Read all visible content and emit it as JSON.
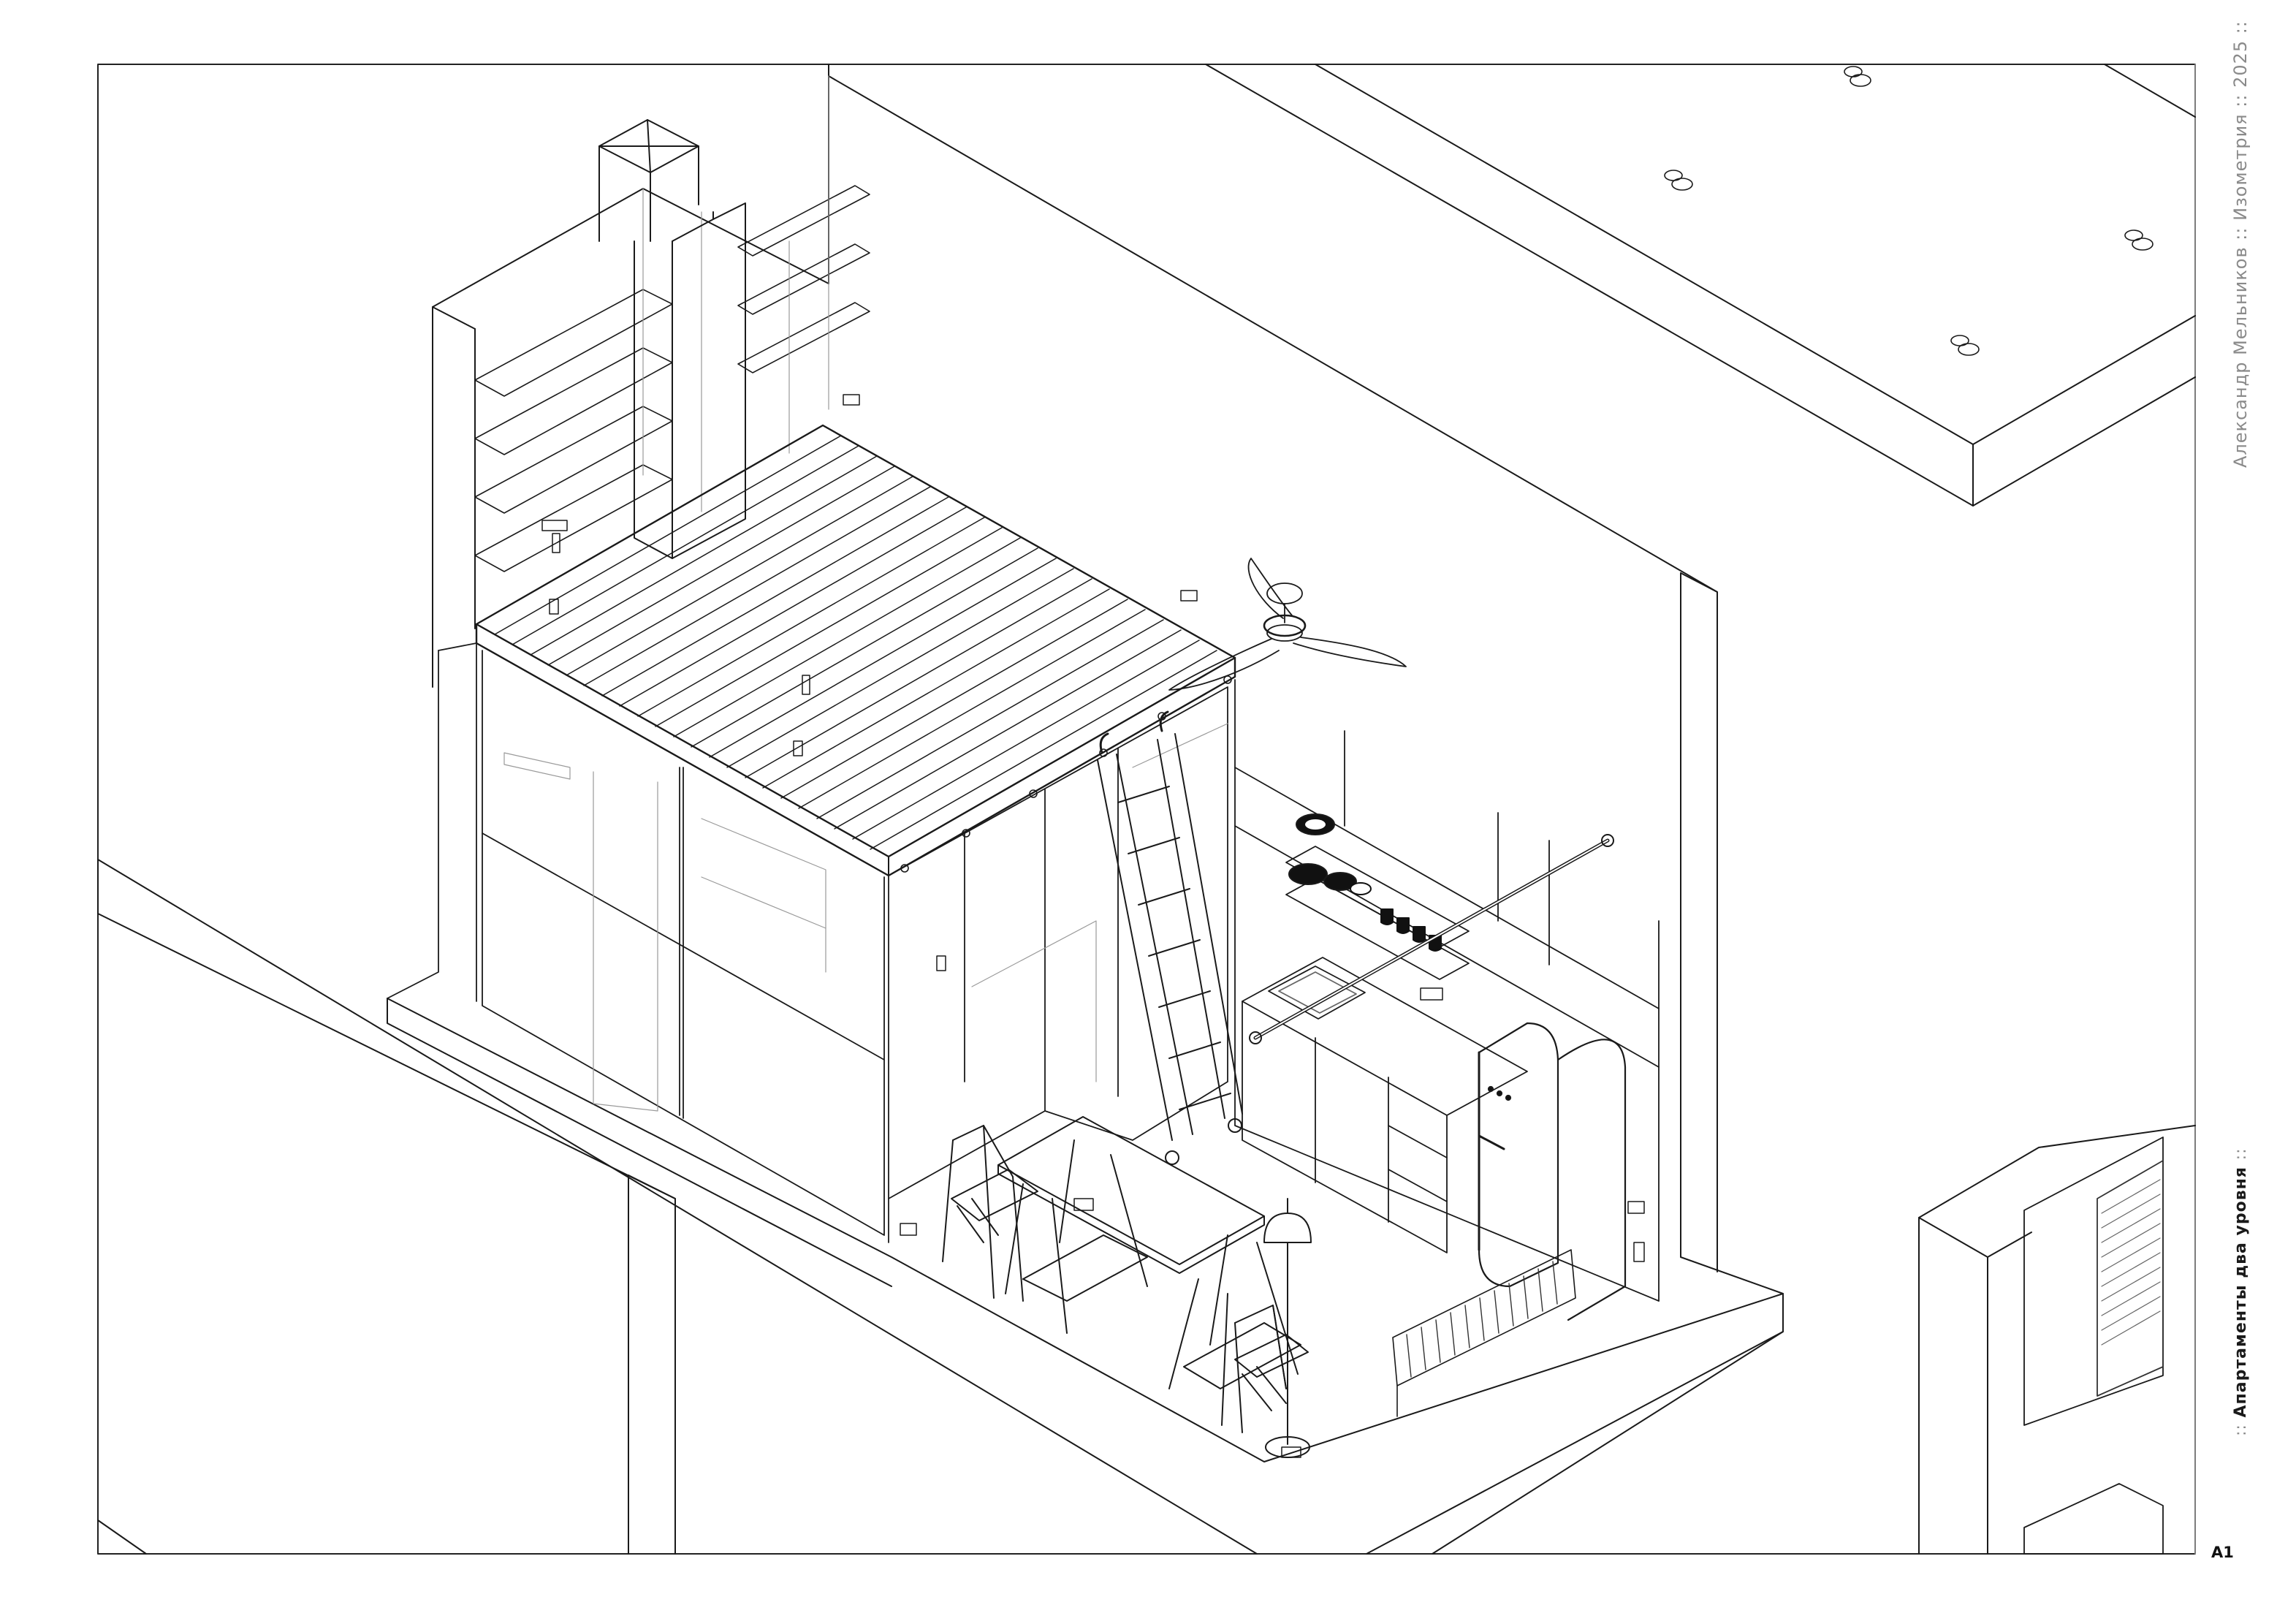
{
  "sidebar": {
    "author": "Александр Мельников",
    "view": "Изометрия",
    "year": "2025",
    "separator": "::",
    "project": "Апартаменты два уровня",
    "sheet": "A1"
  }
}
